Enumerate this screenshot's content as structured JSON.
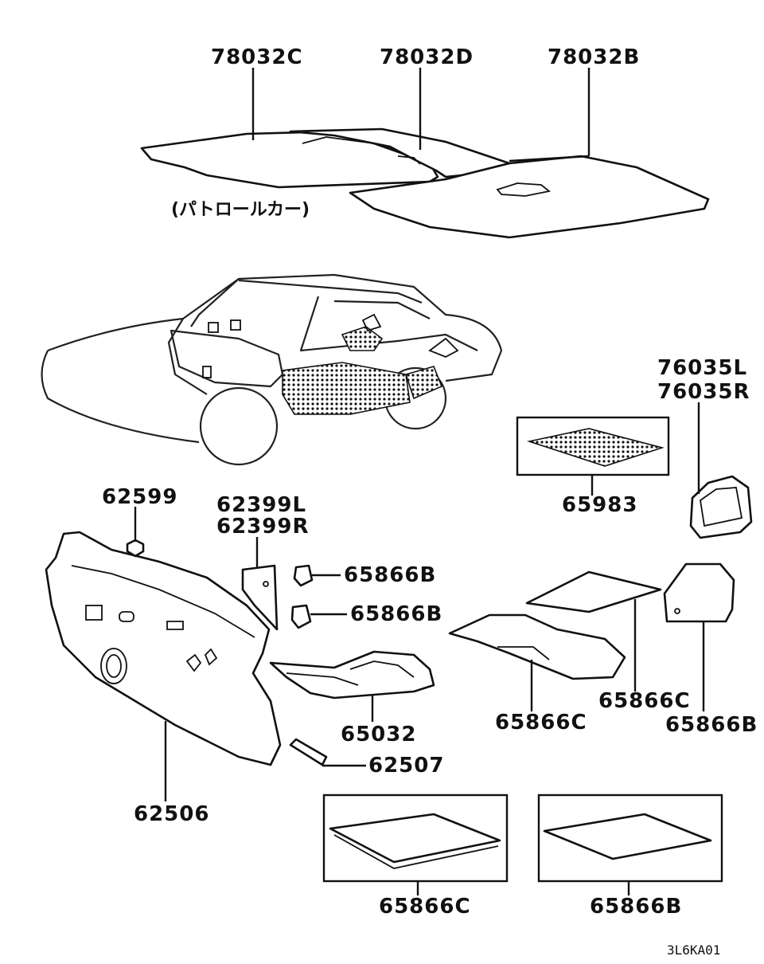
{
  "labels": {
    "p78032c": "78032C",
    "p78032d": "78032D",
    "p78032b": "78032B",
    "patrol": "(パトロールカー)",
    "p76035l": "76035L",
    "p76035r": "76035R",
    "p65983": "65983",
    "p62599": "62599",
    "p62399l": "62399L",
    "p62399r": "62399R",
    "p65866b_1": "65866B",
    "p65866b_2": "65866B",
    "p65866c_1": "65866C",
    "p65866c_2": "65866C",
    "p65866b_3": "65866B",
    "p65032": "65032",
    "p62507": "62507",
    "p62506": "62506",
    "p65866c_3": "65866C",
    "p65866b_4": "65866B",
    "diagram_code": "3L6KA01"
  },
  "colors": {
    "line": "#111111",
    "background": "#ffffff"
  }
}
